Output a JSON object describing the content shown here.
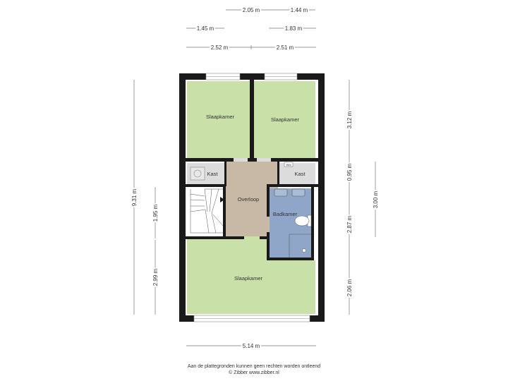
{
  "rooms": {
    "bedroom_top_left": "Slaapkamer",
    "bedroom_top_right": "Slaapkamer",
    "closet_left": "Kast",
    "closet_right": "Kast",
    "landing": "Overloop",
    "bathroom": "Badkamer",
    "bedroom_bottom": "Slaapkamer"
  },
  "fixtures": {
    "washer_label": "WM"
  },
  "dimensions": {
    "top_row1_left": "2.05 m",
    "top_row1_right": "1.44 m",
    "top_row2_left": "1.45 m",
    "top_row2_right": "1.83 m",
    "top_row3_left": "2.52 m",
    "top_row3_right": "2.51 m",
    "left_total": "9.31 m",
    "left_inner_upper": "1.95 m",
    "left_inner_lower": "2.99 m",
    "right_inner_1": "3.12 m",
    "right_inner_2": "0.95 m",
    "right_inner_3": "2.87 m",
    "right_inner_4": "2.06 m",
    "right_outer": "3.00 m",
    "bottom_total": "5.14 m"
  },
  "footer": {
    "disclaimer": "Aan de plattegronden kunnen geen rechten worden ontleend",
    "credit": "© Zibber www.zibber.nl"
  },
  "colors": {
    "bedroom": "#c9e0a8",
    "landing": "#c7b9a6",
    "bathroom": "#8fa6c9",
    "closet": "#dcdcdc",
    "wall": "#1a1a1a"
  }
}
